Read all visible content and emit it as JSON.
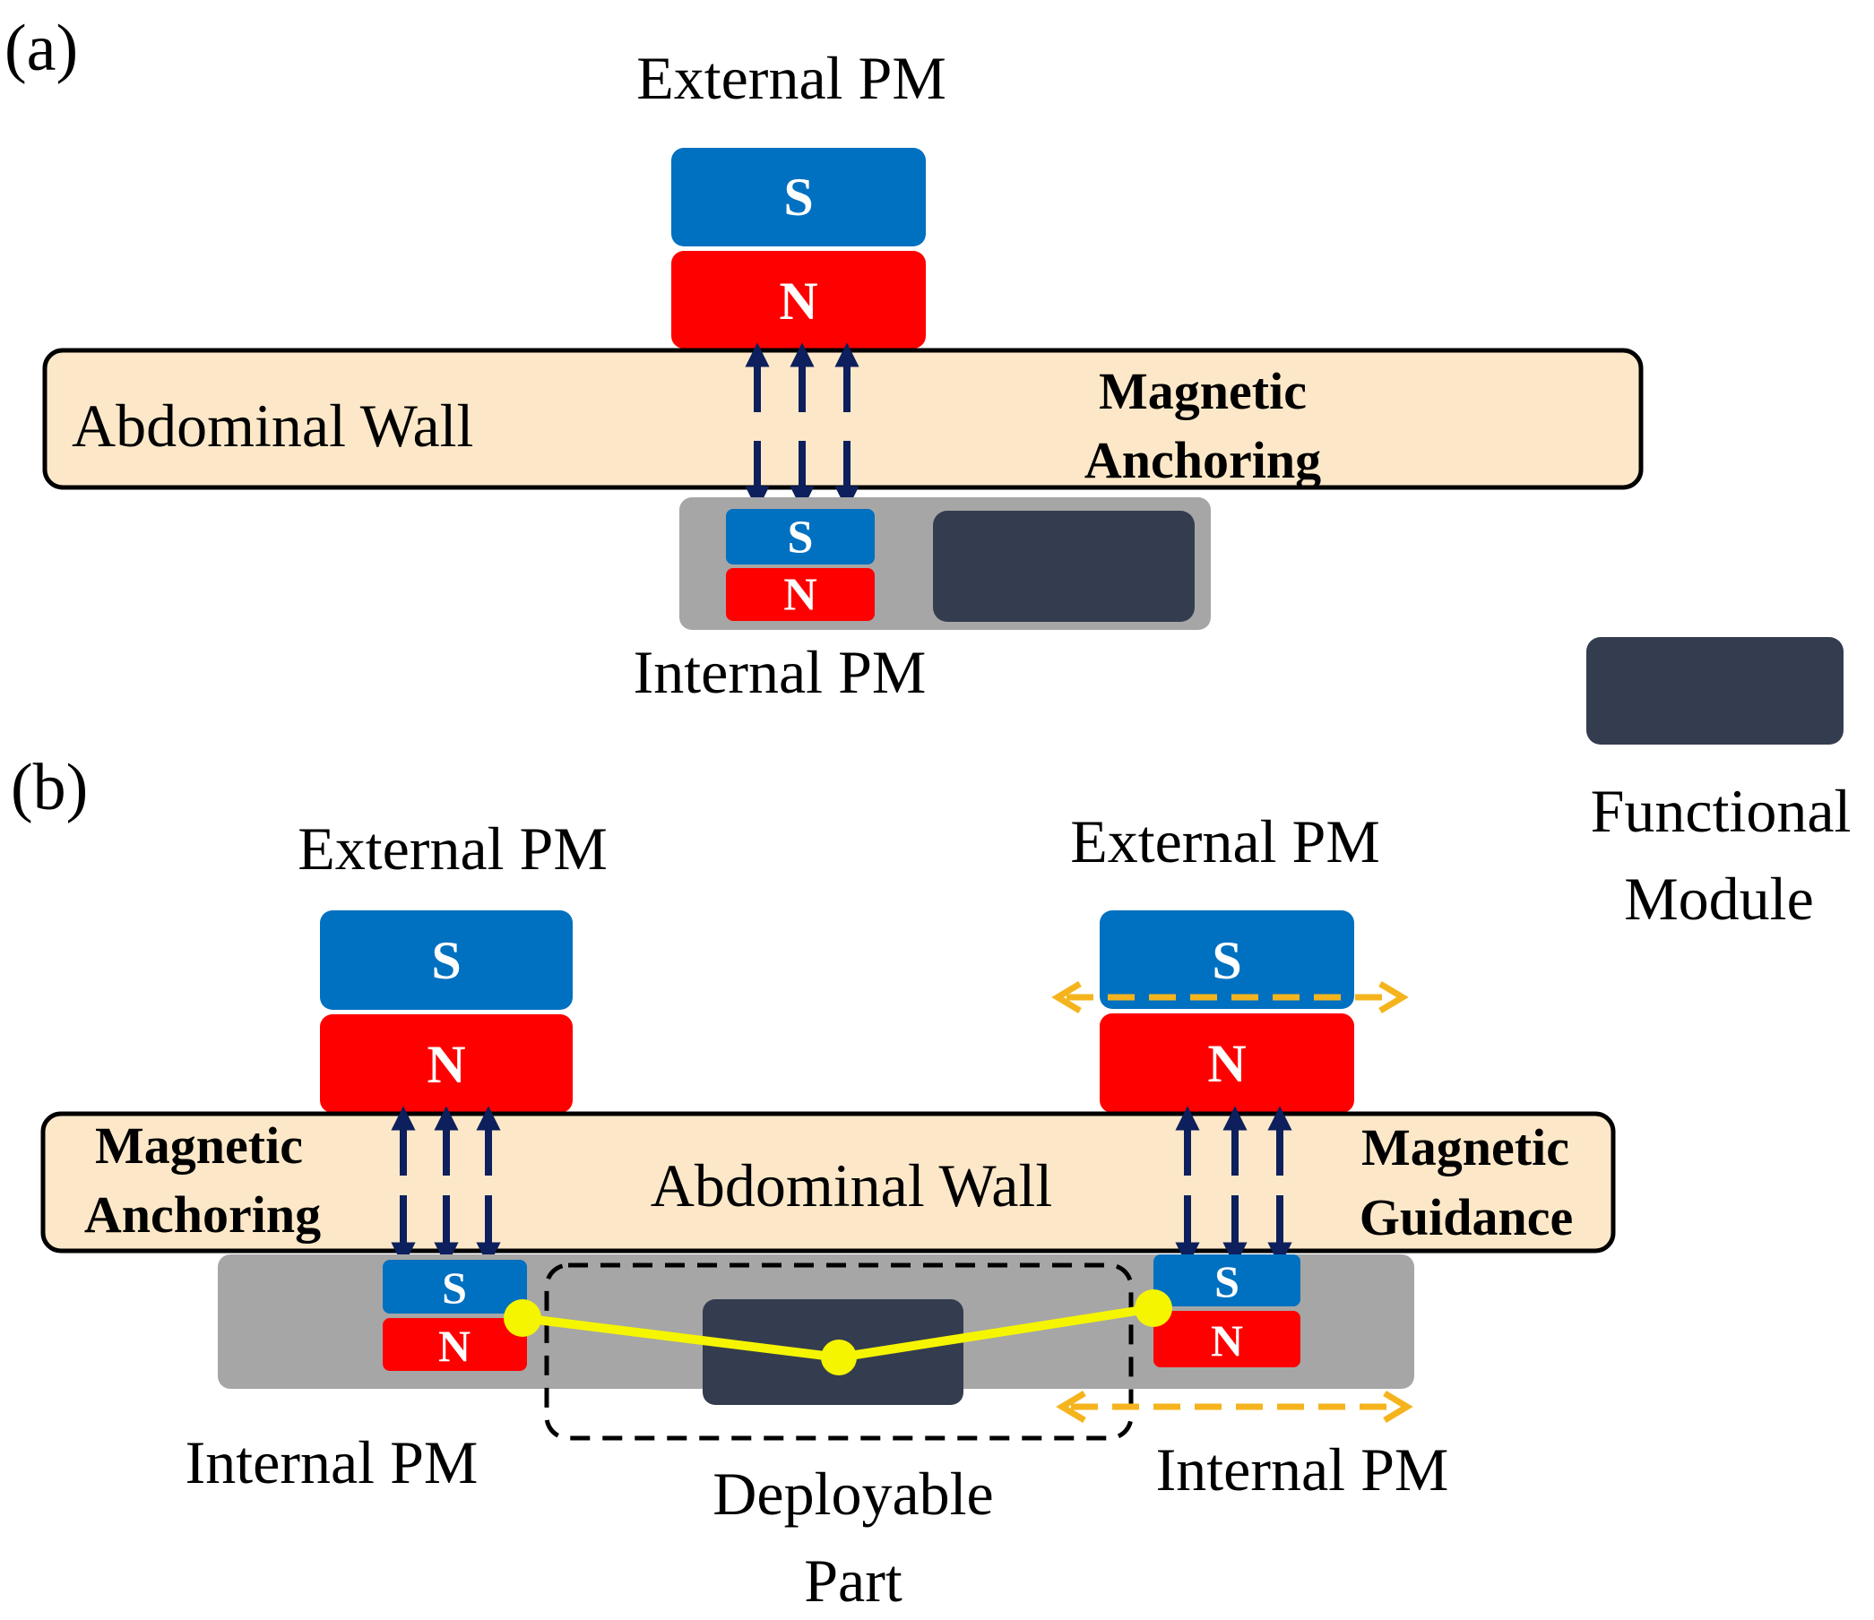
{
  "colors": {
    "south": "#0070C0",
    "north": "#FF0000",
    "wall_fill": "#FCE8C8",
    "carrier": "#A6A6A6",
    "module": "#343D4F",
    "field_arrow": "#0D1F5C",
    "motion_arrow": "#F5B41E",
    "linkage": "#F5F500"
  },
  "panel_a": {
    "label": "(a)",
    "external_pm": "External PM",
    "external_s": "S",
    "external_n": "N",
    "wall": "Abdominal Wall",
    "mode_line1": "Magnetic",
    "mode_line2": "Anchoring",
    "internal_s": "S",
    "internal_n": "N",
    "internal_pm": "Internal PM"
  },
  "legend": {
    "line1": "Functional",
    "line2": "Module"
  },
  "panel_b": {
    "label": "(b)",
    "left_external_pm": "External PM",
    "left_external_s": "S",
    "left_external_n": "N",
    "right_external_pm": "External PM",
    "right_external_s": "S",
    "right_external_n": "N",
    "wall": "Abdominal Wall",
    "left_mode_line1": "Magnetic",
    "left_mode_line2": "Anchoring",
    "right_mode_line1": "Magnetic",
    "right_mode_line2": "Guidance",
    "left_internal_s": "S",
    "left_internal_n": "N",
    "right_internal_s": "S",
    "right_internal_n": "N",
    "left_internal_pm": "Internal PM",
    "right_internal_pm": "Internal PM",
    "deployable_line1": "Deployable",
    "deployable_line2": "Part"
  }
}
